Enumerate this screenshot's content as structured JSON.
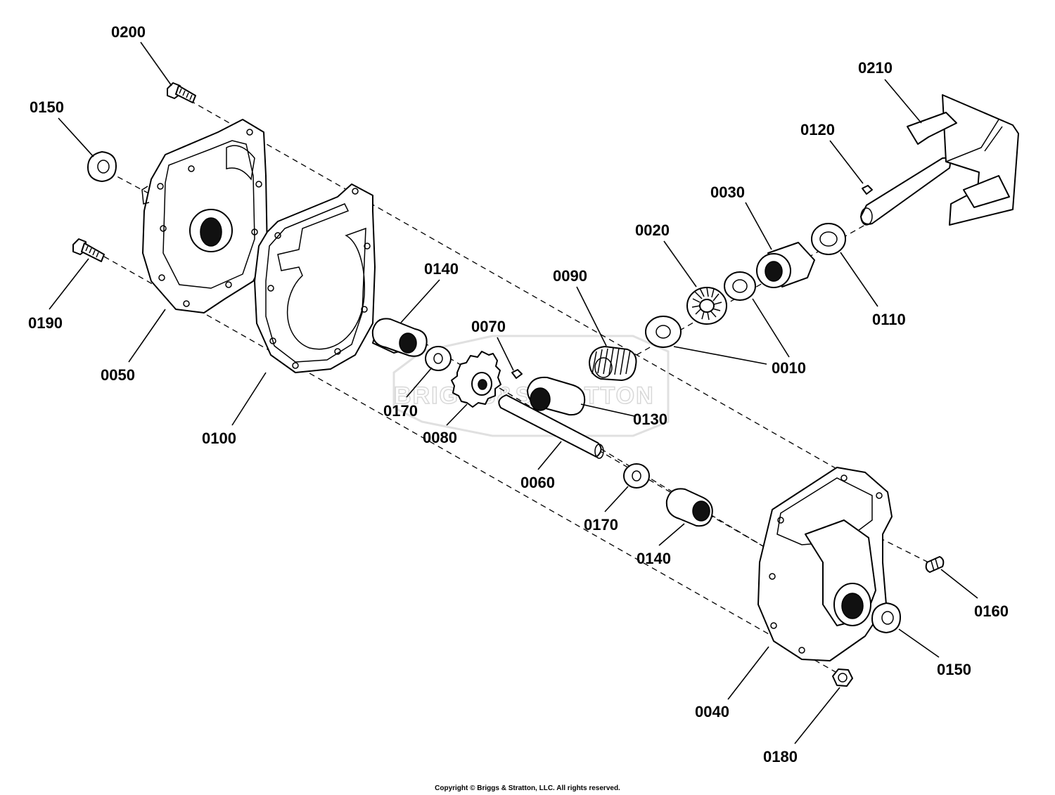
{
  "diagram": {
    "watermark_text": "BRIGGS&STRATTON",
    "labels": {
      "l0200": "0200",
      "l0150a": "0150",
      "l0190": "0190",
      "l0050": "0050",
      "l0100": "0100",
      "l0140a": "0140",
      "l0170a": "0170",
      "l0080": "0080",
      "l0070": "0070",
      "l0060": "0060",
      "l0090": "0090",
      "l0130": "0130",
      "l0020": "0020",
      "l0030": "0030",
      "l0010": "0010",
      "l0110": "0110",
      "l0120": "0120",
      "l0210": "0210",
      "l0170b": "0170",
      "l0140b": "0140",
      "l0160": "0160",
      "l0150b": "0150",
      "l0040": "0040",
      "l0180": "0180"
    }
  },
  "footer": {
    "copyright": "Copyright © Briggs & Stratton, LLC. All rights reserved."
  }
}
